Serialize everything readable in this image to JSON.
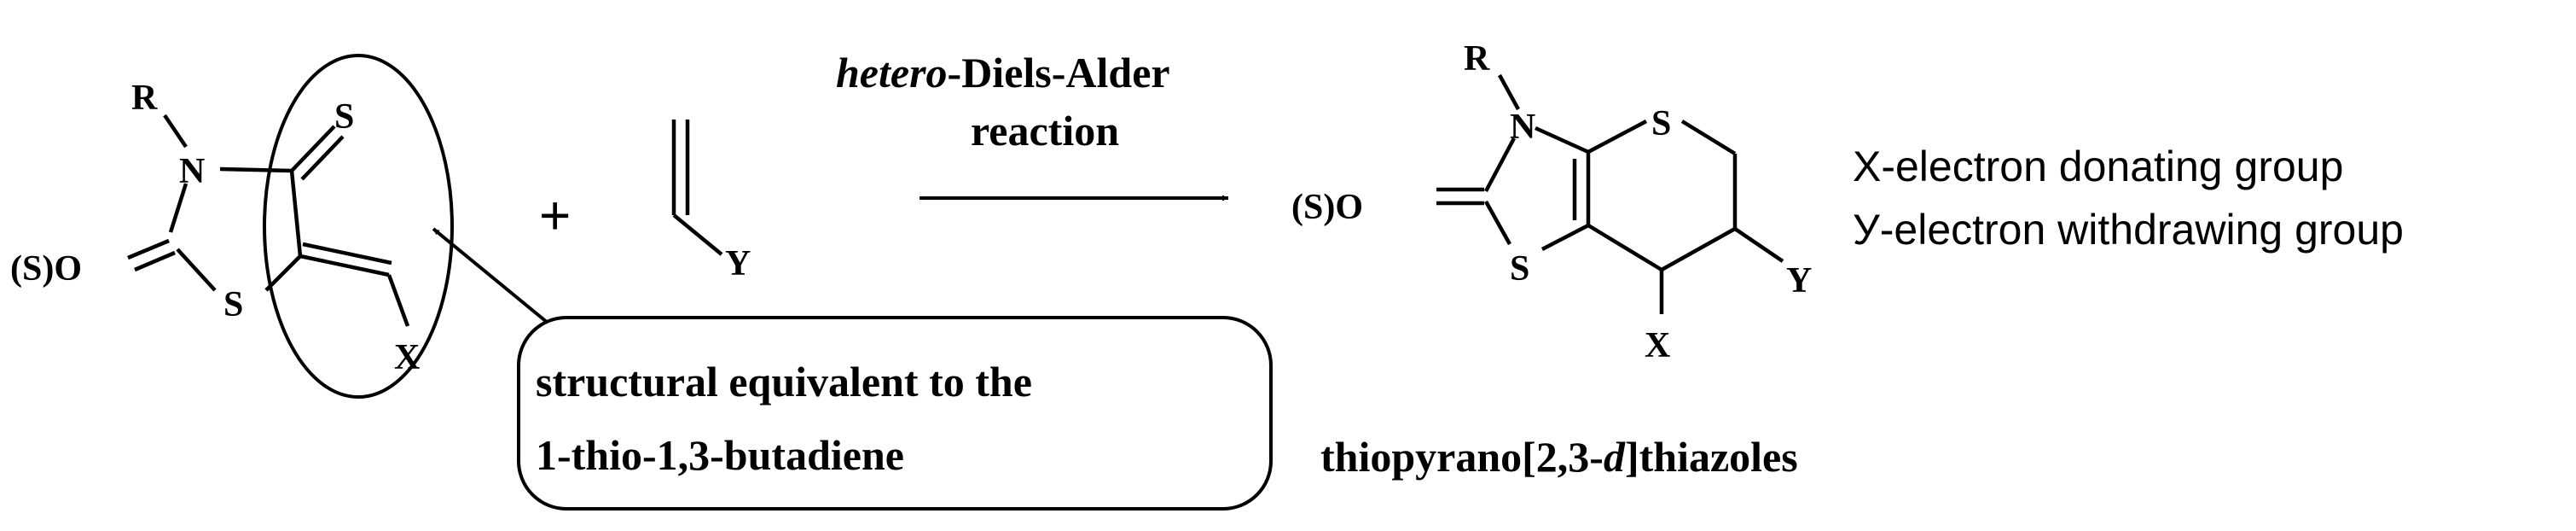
{
  "reactant": {
    "R": "R",
    "N": "N",
    "S_thione": "S",
    "S_ring": "S",
    "O_group": "(S)O",
    "X": "X"
  },
  "dienophile": {
    "Y": "Y"
  },
  "plus_sign": "+",
  "arrow_label": {
    "italic": "hetero",
    "rest": "-Diels-Alder",
    "line2": "reaction"
  },
  "callout": {
    "line1": "structural equivalent to the",
    "line2": "1-thio-1,3-butadiene"
  },
  "product": {
    "R": "R",
    "N": "N",
    "S_top": "S",
    "S_bottom": "S",
    "O_group": "(S)O",
    "X": "X",
    "Y": "Y",
    "name_prefix": "thiopyrano[2,3-",
    "name_italic": "d",
    "name_suffix": "]thiazoles"
  },
  "legend": {
    "line1": "X-electron donating group",
    "line2": "У-electron withdrawing group"
  }
}
